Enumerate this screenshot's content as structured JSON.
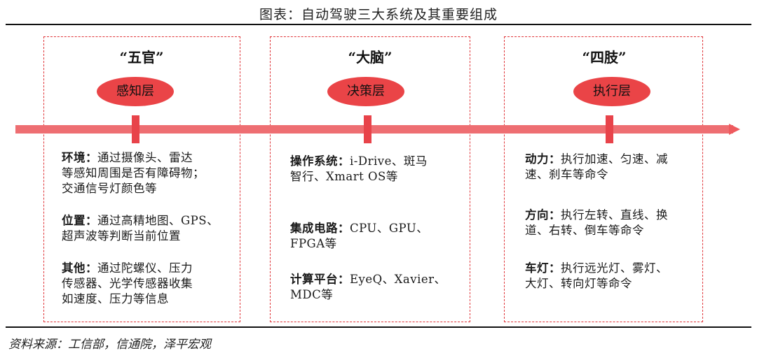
{
  "header": {
    "title": "图表：自动驾驶三大系统及其重要组成"
  },
  "layers": [
    {
      "quote": "“五官”",
      "name": "感知层",
      "items": [
        {
          "label": "环境：",
          "line1": "通过摄像头、雷达",
          "line2": "等感知周围是否有障碍物；",
          "line3": "交通信号灯颜色等"
        },
        {
          "label": "位置：",
          "line1": "通过高精地图、GPS、",
          "line2": "超声波等判断当前位置"
        },
        {
          "label": "其他：",
          "line1": "通过陀螺仪、压力",
          "line2": "传感器、光学传感器收集",
          "line3": "如速度、压力等信息"
        }
      ]
    },
    {
      "quote": "“大脑”",
      "name": "决策层",
      "items": [
        {
          "label": "操作系统：",
          "line1": "i-Drive、斑马",
          "line2": "智行、Xmart OS等"
        },
        {
          "label": "集成电路：",
          "line1": "CPU、GPU、",
          "line2": "FPGA等"
        },
        {
          "label": "计算平台：",
          "line1": "EyeQ、Xavier、",
          "line2": "MDC等"
        }
      ]
    },
    {
      "quote": "“四肢”",
      "name": "执行层",
      "items": [
        {
          "label": "动力：",
          "line1": "执行加速、匀速、减",
          "line2": "速、刹车等命令"
        },
        {
          "label": "方向：",
          "line1": "执行左转、直线、换",
          "line2": "道、右转、倒车等命令"
        },
        {
          "label": "车灯：",
          "line1": "执行远光灯、雾灯、",
          "line2": "大灯、转向灯等命令"
        }
      ]
    }
  ],
  "footer": {
    "source": "资料来源：工信部，信通院，泽平宏观"
  },
  "colors": {
    "accent": "#e8434a",
    "arrow": "#ee6e72",
    "dashed_border": "#e0363a"
  }
}
